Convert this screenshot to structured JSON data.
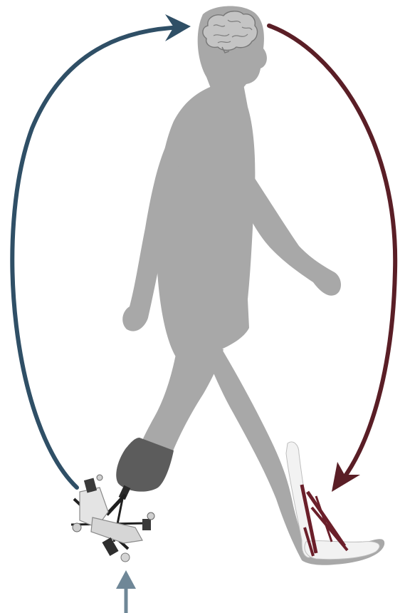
{
  "figure": {
    "colors": {
      "afferent_arrow": "#2f4f66",
      "efferent_arrow": "#5a1e26",
      "body": "#a8a8a8",
      "socket": "#5c5c5c",
      "bone": "#f2f2f2",
      "muscle": "#6b1f2a",
      "brain": "#8a8a8a",
      "input_arrow": "#6f8797"
    },
    "elements": [
      {
        "id": "walking-human-silhouette",
        "icon": "human-walking-silhouette"
      },
      {
        "id": "brain",
        "icon": "brain-icon"
      },
      {
        "id": "sensory-feedback-arrow",
        "icon": "curved-arrow-up"
      },
      {
        "id": "motor-command-arrow",
        "icon": "curved-arrow-down"
      },
      {
        "id": "prosthetic-ankle",
        "icon": "robotic-prosthesis"
      },
      {
        "id": "ground-input-arrow",
        "icon": "arrow-up"
      },
      {
        "id": "lower-leg-muscles",
        "icon": "muscle-tendon-overlay"
      }
    ]
  }
}
